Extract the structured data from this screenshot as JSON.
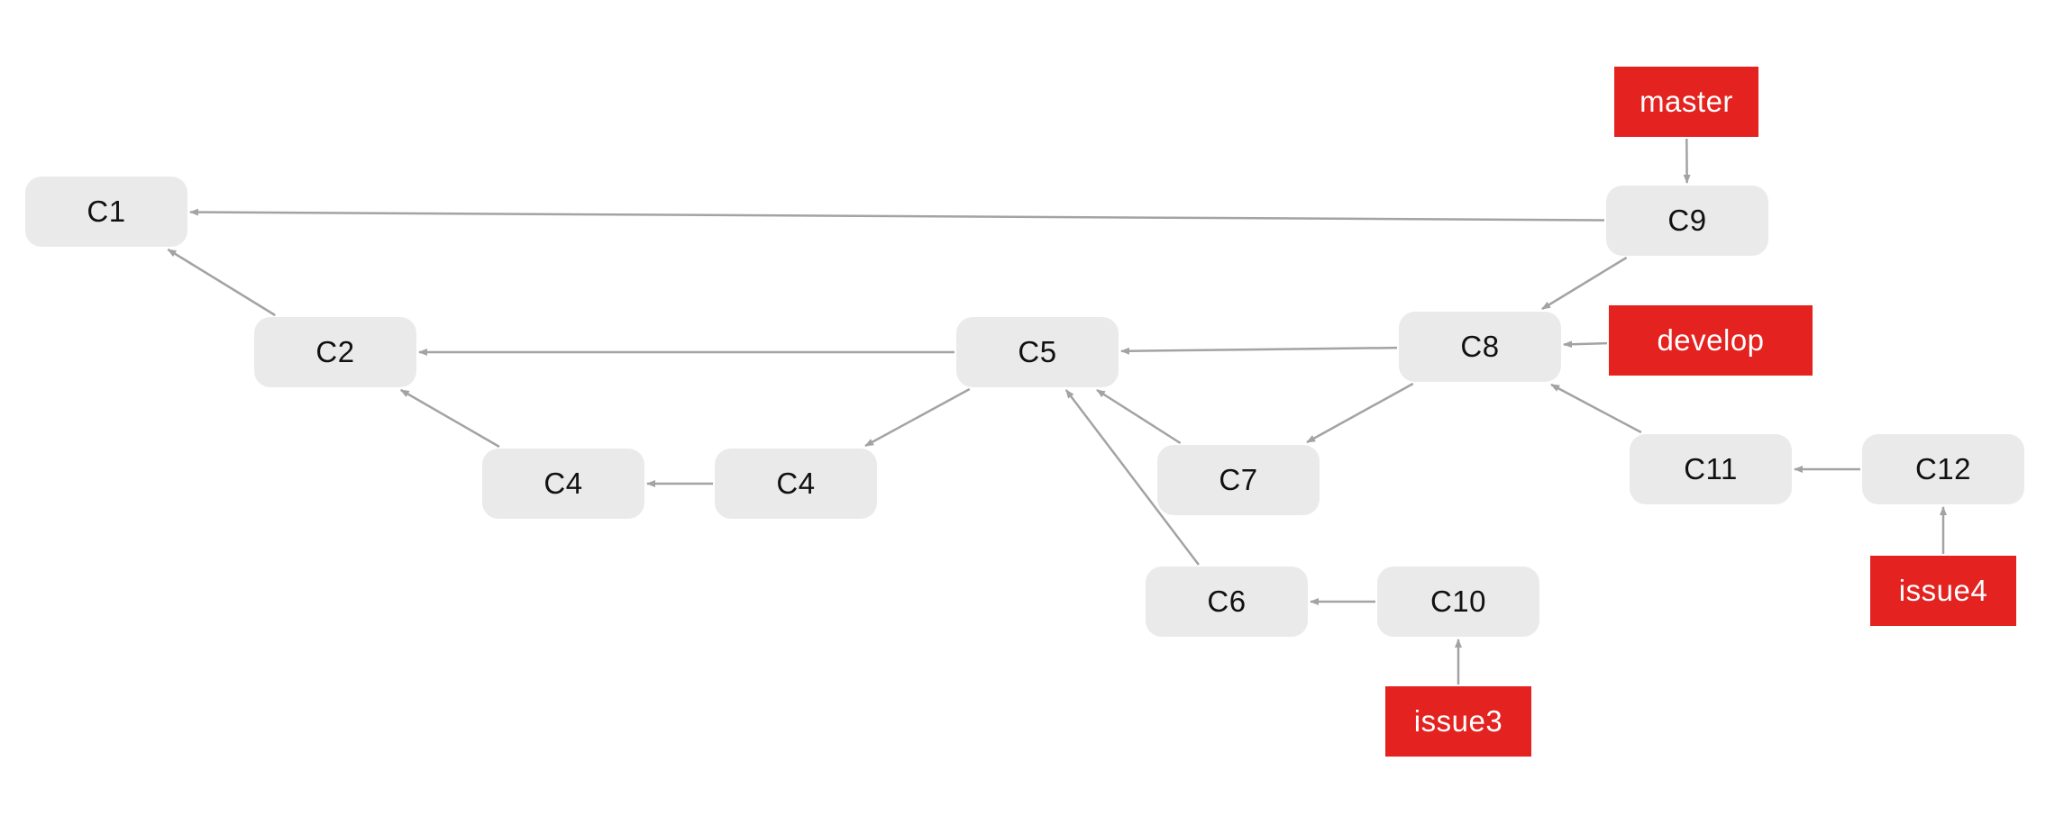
{
  "colors": {
    "commit_fill": "#eaeaea",
    "branch_fill": "#e4221f",
    "edge": "#a3a3a3"
  },
  "commits": [
    {
      "id": "c1",
      "label": "C1"
    },
    {
      "id": "c2",
      "label": "C2"
    },
    {
      "id": "c4a",
      "label": "C4"
    },
    {
      "id": "c4b",
      "label": "C4"
    },
    {
      "id": "c5",
      "label": "C5"
    },
    {
      "id": "c6",
      "label": "C6"
    },
    {
      "id": "c7",
      "label": "C7"
    },
    {
      "id": "c8",
      "label": "C8"
    },
    {
      "id": "c9",
      "label": "C9"
    },
    {
      "id": "c10",
      "label": "C10"
    },
    {
      "id": "c11",
      "label": "C11"
    },
    {
      "id": "c12",
      "label": "C12"
    }
  ],
  "branches": [
    {
      "id": "master",
      "label": "master"
    },
    {
      "id": "develop",
      "label": "develop"
    },
    {
      "id": "issue3",
      "label": "issue3"
    },
    {
      "id": "issue4",
      "label": "issue4"
    }
  ],
  "edges": [
    {
      "from": "c2",
      "to": "c1"
    },
    {
      "from": "c9",
      "to": "c1"
    },
    {
      "from": "c4a",
      "to": "c2"
    },
    {
      "from": "c5",
      "to": "c2"
    },
    {
      "from": "c4b",
      "to": "c4a"
    },
    {
      "from": "c5",
      "to": "c4b"
    },
    {
      "from": "c8",
      "to": "c5"
    },
    {
      "from": "c7",
      "to": "c5"
    },
    {
      "from": "c6",
      "to": "c5"
    },
    {
      "from": "c8",
      "to": "c7"
    },
    {
      "from": "c9",
      "to": "c8"
    },
    {
      "from": "c11",
      "to": "c8"
    },
    {
      "from": "c10",
      "to": "c6"
    },
    {
      "from": "c12",
      "to": "c11"
    },
    {
      "from": "master",
      "to": "c9"
    },
    {
      "from": "develop",
      "to": "c8"
    },
    {
      "from": "issue3",
      "to": "c10"
    },
    {
      "from": "issue4",
      "to": "c12"
    }
  ]
}
